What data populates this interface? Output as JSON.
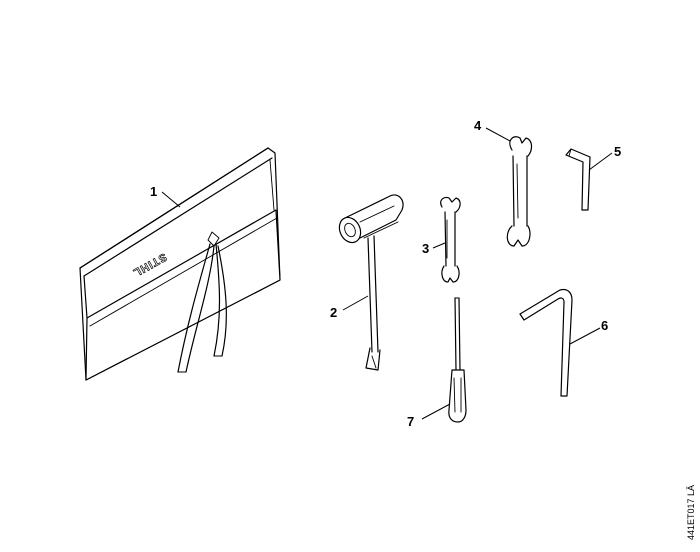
{
  "parts": [
    {
      "number": "1"
    },
    {
      "number": "2"
    },
    {
      "number": "3"
    },
    {
      "number": "4"
    },
    {
      "number": "5"
    },
    {
      "number": "6"
    },
    {
      "number": "7"
    }
  ],
  "pouch_logo_text": "STIHL",
  "drawing_code": "441ET017 LÄ"
}
